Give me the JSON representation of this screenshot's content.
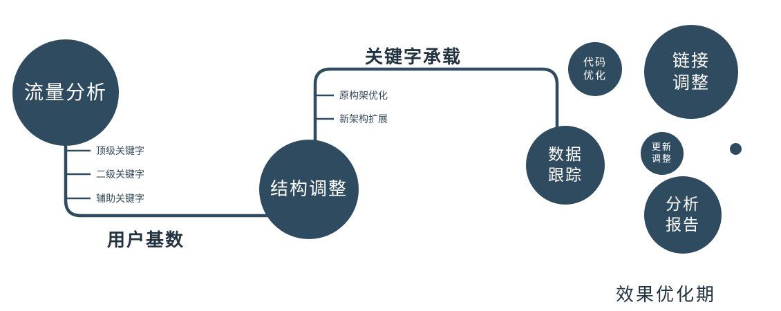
{
  "diagram": {
    "accent_color": "#2f4b60",
    "nodes": {
      "traffic": {
        "label": "流量分析"
      },
      "structure": {
        "label": "结构调整"
      },
      "tracking": {
        "label": "数据\n跟踪"
      },
      "code": {
        "label": "代码\n优化"
      },
      "link": {
        "label": "链接\n调整"
      },
      "update": {
        "label": "更新\n调整"
      },
      "report": {
        "label": "分析\n报告"
      }
    },
    "branches": {
      "traffic": [
        "顶级关键字",
        "二级关键字",
        "辅助关键字"
      ],
      "structure": [
        "原构架优化",
        "新架构扩展"
      ]
    },
    "edge_labels": {
      "user_base": "用户基数",
      "keyword_bearing": "关键字承载"
    },
    "footer": "效果优化期"
  }
}
